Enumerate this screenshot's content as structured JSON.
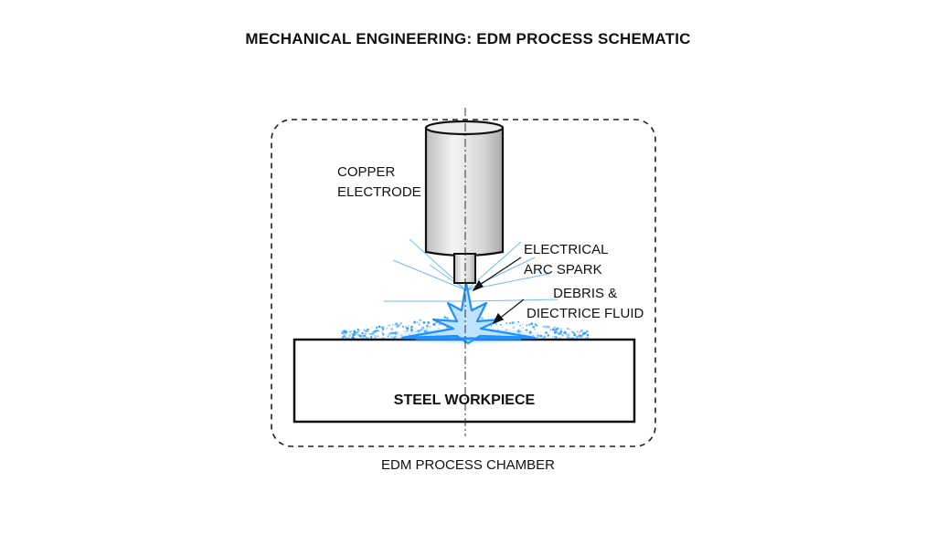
{
  "title": "MECHANICAL ENGINEERING: EDM PROCESS SCHEMATIC",
  "labels": {
    "electrode": [
      "COPPER",
      "ELECTRODE"
    ],
    "arc": [
      "ELECTRICAL",
      "ARC SPARK"
    ],
    "debris": [
      "DEBRIS &",
      "DIECTRICE FLUID"
    ],
    "workpiece": "STEEL WORKPIECE",
    "chamber": "EDM PROCESS CHAMBER"
  },
  "colors": {
    "spark": "#1e90ff",
    "outline": "#111111",
    "electrode_fill": "#e4e4e4"
  }
}
